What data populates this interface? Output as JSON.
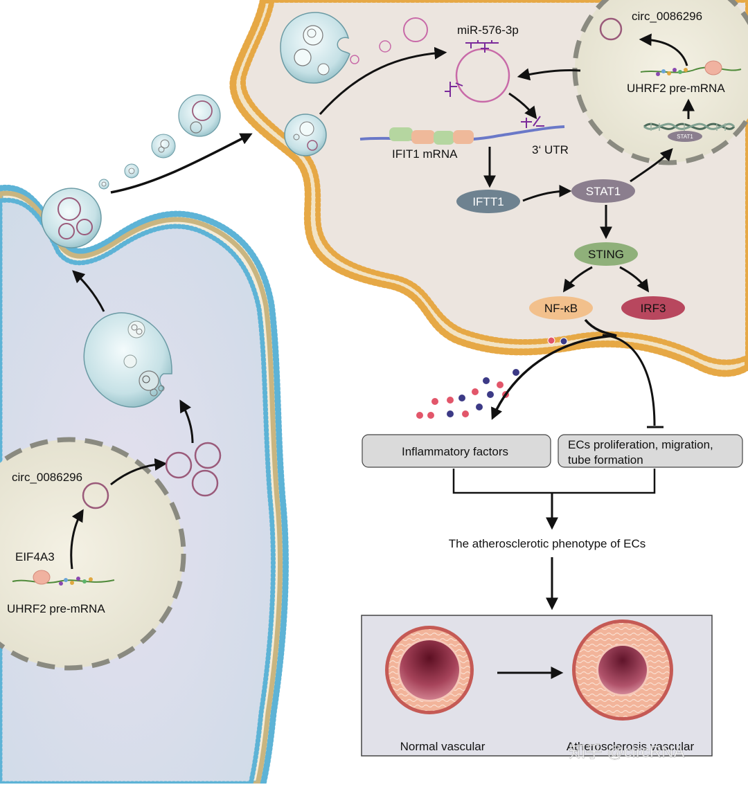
{
  "labels": {
    "circ_top": "circ_0086296",
    "mir": "miR-576-3p",
    "uhrf2_top": "UHRF2 pre-mRNA",
    "stat1_small": "STAT1",
    "ifit1_mrna": "IFIT1 mRNA",
    "utr": "3‘ UTR",
    "iftt1": "IFTT1",
    "stat1": "STAT1",
    "sting": "STING",
    "nfkb": "NF-κB",
    "irf3": "IRF3",
    "inflammatory": "Inflammatory factors",
    "ecs_line1": "ECs proliferation, migration,",
    "ecs_line2": "tube formation",
    "phenotype": "The atherosclerotic phenotype of ECs",
    "normal": "Normal vascular",
    "athero": "Atherosclerosis vascular",
    "circ_left": "circ_0086296",
    "eif4a3": "EIF4A3",
    "uhrf2_left": "UHRF2 pre-mRNA",
    "watermark": "知乎 @circRNA"
  },
  "colors": {
    "iftt1": "#6e8290",
    "stat1": "#8b7e8e",
    "sting": "#8fb07a",
    "nfkb": "#f2c08c",
    "irf3": "#b8475e",
    "circ_ring": "#9a5a7a",
    "mir_ring": "#c86aa8",
    "mir_ligand": "#7a2a9a"
  }
}
